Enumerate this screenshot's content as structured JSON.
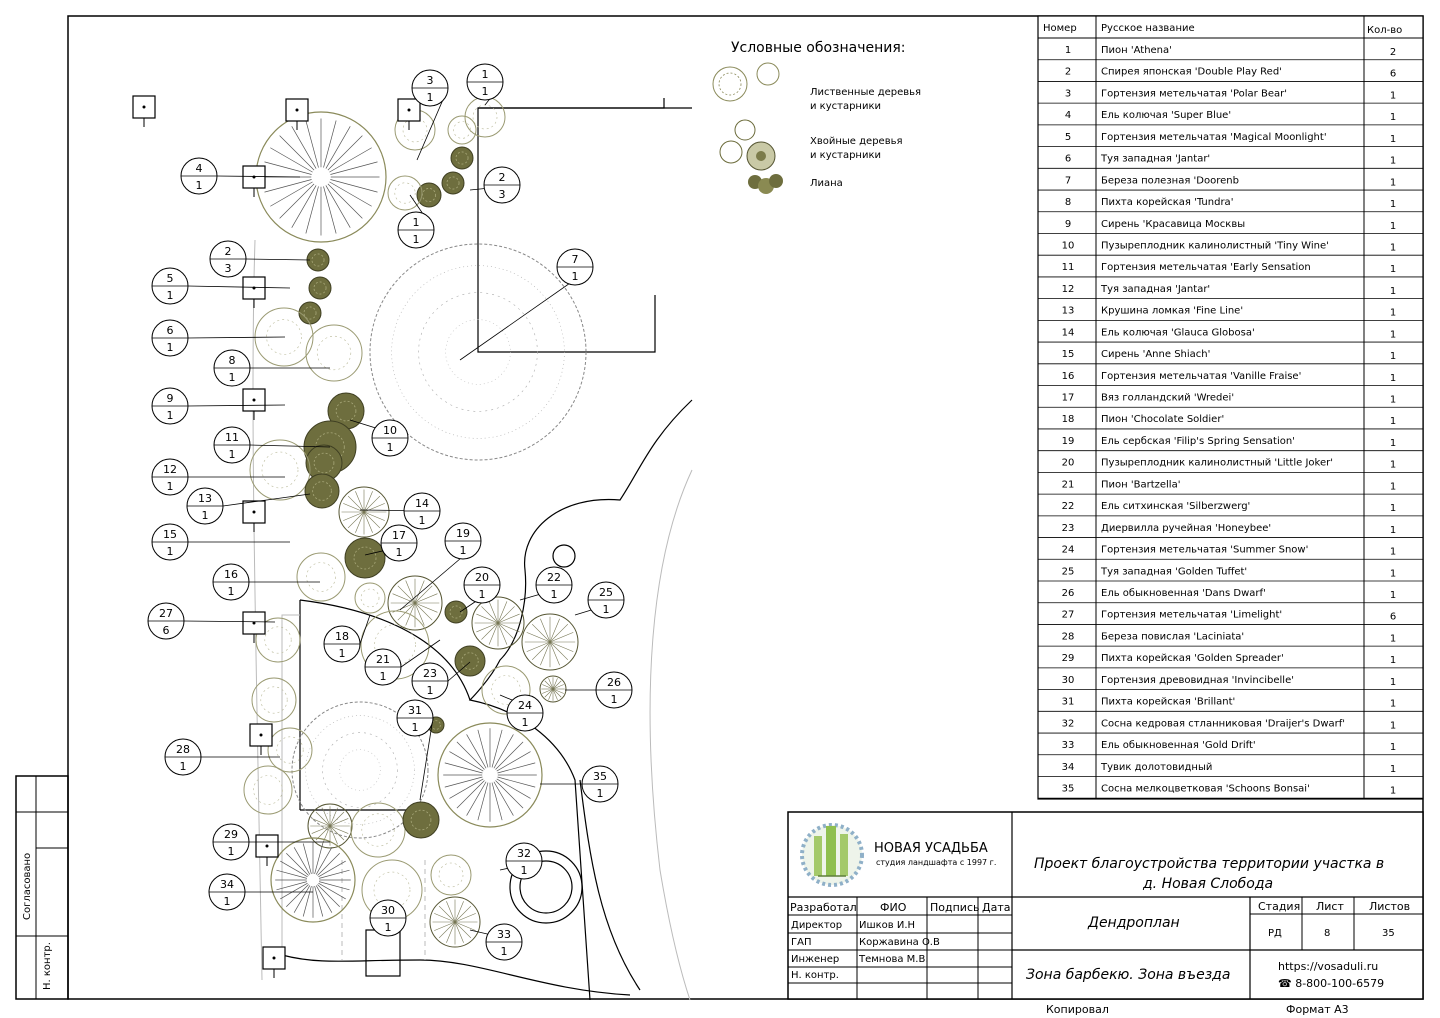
{
  "legend": {
    "title": "Условные обозначения:",
    "items": [
      {
        "label1": "Лиственные деревья",
        "label2": "и кустарники"
      },
      {
        "label1": "Хвойные деревья",
        "label2": "и кустарники"
      },
      {
        "label1": "Лиана",
        "label2": ""
      }
    ]
  },
  "table": {
    "headers": {
      "num": "Номер",
      "name": "Русское название",
      "qty": "Кол-во"
    },
    "rows": [
      {
        "n": "1",
        "name": "Пион 'Athena'",
        "q": "2"
      },
      {
        "n": "2",
        "name": "Спирея японская 'Double Play Red'",
        "q": "6"
      },
      {
        "n": "3",
        "name": "Гортензия метельчатая 'Polar Bear'",
        "q": "1"
      },
      {
        "n": "4",
        "name": "Ель колючая 'Super Blue'",
        "q": "1"
      },
      {
        "n": "5",
        "name": "Гортензия метельчатая 'Magical Moonlight'",
        "q": "1"
      },
      {
        "n": "6",
        "name": "Туя западная 'Jantar'",
        "q": "1"
      },
      {
        "n": "7",
        "name": "Береза полезная 'Doorenb",
        "q": "1"
      },
      {
        "n": "8",
        "name": "Пихта корейская 'Tundra'",
        "q": "1"
      },
      {
        "n": "9",
        "name": "Сирень 'Красавица Москвы",
        "q": "1"
      },
      {
        "n": "10",
        "name": "Пузыреплодник калинолистный 'Tiny Wine'",
        "q": "1"
      },
      {
        "n": "11",
        "name": "Гортензия метельчатая 'Early Sensation",
        "q": "1"
      },
      {
        "n": "12",
        "name": "Туя западная 'Jantar'",
        "q": "1"
      },
      {
        "n": "13",
        "name": "Крушина ломкая 'Fine Line'",
        "q": "1"
      },
      {
        "n": "14",
        "name": "Ель колючая 'Glauca Globosa'",
        "q": "1"
      },
      {
        "n": "15",
        "name": "Сирень 'Anne Shiach'",
        "q": "1"
      },
      {
        "n": "16",
        "name": "Гортензия метельчатая 'Vanille Fraise'",
        "q": "1"
      },
      {
        "n": "17",
        "name": "Вяз голландский 'Wredei'",
        "q": "1"
      },
      {
        "n": "18",
        "name": "Пион 'Chocolate Soldier'",
        "q": "1"
      },
      {
        "n": "19",
        "name": "Ель сербская 'Filip's Spring Sensation'",
        "q": "1"
      },
      {
        "n": "20",
        "name": "Пузыреплодник калинолистный 'Little Joker'",
        "q": "1"
      },
      {
        "n": "21",
        "name": "Пион 'Bartzella'",
        "q": "1"
      },
      {
        "n": "22",
        "name": "Ель ситхинская 'Silberzwerg'",
        "q": "1"
      },
      {
        "n": "23",
        "name": "Диервилла ручейная 'Honeybee'",
        "q": "1"
      },
      {
        "n": "24",
        "name": "Гортензия метельчатая 'Summer Snow'",
        "q": "1"
      },
      {
        "n": "25",
        "name": "Туя западная 'Golden Tuffet'",
        "q": "1"
      },
      {
        "n": "26",
        "name": "Ель обыкновенная 'Dans Dwarf'",
        "q": "1"
      },
      {
        "n": "27",
        "name": "Гортензия метельчатая 'Limelight'",
        "q": "6"
      },
      {
        "n": "28",
        "name": "Береза повислая 'Laciniata'",
        "q": "1"
      },
      {
        "n": "29",
        "name": "Пихта корейская 'Golden Spreader'",
        "q": "1"
      },
      {
        "n": "30",
        "name": "Гортензия древовидная 'Invincibelle'",
        "q": "1"
      },
      {
        "n": "31",
        "name": "Пихта корейская 'Brillant'",
        "q": "1"
      },
      {
        "n": "32",
        "name": "Сосна кедровая стланниковая 'Draijer's Dwarf'",
        "q": "1"
      },
      {
        "n": "33",
        "name": "Ель обыкновенная 'Gold Drift'",
        "q": "1"
      },
      {
        "n": "34",
        "name": "Тувик долотовидный",
        "q": "1"
      },
      {
        "n": "35",
        "name": "Сосна мелкоцветковая 'Schoons Bonsai'",
        "q": "1"
      }
    ]
  },
  "plan_labels": [
    {
      "top": "1",
      "bottom": "1"
    },
    {
      "top": "3",
      "bottom": "1"
    },
    {
      "top": "4",
      "bottom": "1"
    },
    {
      "top": "2",
      "bottom": "3"
    },
    {
      "top": "1",
      "bottom": "1"
    },
    {
      "top": "2",
      "bottom": "3"
    },
    {
      "top": "7",
      "bottom": "1"
    },
    {
      "top": "5",
      "bottom": "1"
    },
    {
      "top": "6",
      "bottom": "1"
    },
    {
      "top": "8",
      "bottom": "1"
    },
    {
      "top": "9",
      "bottom": "1"
    },
    {
      "top": "10",
      "bottom": "1"
    },
    {
      "top": "11",
      "bottom": "1"
    },
    {
      "top": "12",
      "bottom": "1"
    },
    {
      "top": "13",
      "bottom": "1"
    },
    {
      "top": "14",
      "bottom": "1"
    },
    {
      "top": "15",
      "bottom": "1"
    },
    {
      "top": "17",
      "bottom": "1"
    },
    {
      "top": "19",
      "bottom": "1"
    },
    {
      "top": "16",
      "bottom": "1"
    },
    {
      "top": "20",
      "bottom": "1"
    },
    {
      "top": "22",
      "bottom": "1"
    },
    {
      "top": "25",
      "bottom": "1"
    },
    {
      "top": "27",
      "bottom": "6"
    },
    {
      "top": "18",
      "bottom": "1"
    },
    {
      "top": "21",
      "bottom": "1"
    },
    {
      "top": "23",
      "bottom": "1"
    },
    {
      "top": "26",
      "bottom": "1"
    },
    {
      "top": "24",
      "bottom": "1"
    },
    {
      "top": "31",
      "bottom": "1"
    },
    {
      "top": "28",
      "bottom": "1"
    },
    {
      "top": "35",
      "bottom": "1"
    },
    {
      "top": "29",
      "bottom": "1"
    },
    {
      "top": "32",
      "bottom": "1"
    },
    {
      "top": "34",
      "bottom": "1"
    },
    {
      "top": "30",
      "bottom": "1"
    },
    {
      "top": "33",
      "bottom": "1"
    }
  ],
  "title_block": {
    "logo_name": "НОВАЯ УСАДЬБА",
    "logo_sub": "студия ландшафта с 1997 г.",
    "project_line1": "Проект благоустройства территории участка в",
    "project_line2": "д. Новая Слобода",
    "sheet_name": "Дендроплан",
    "zone": "Зона барбекю. Зона въезда",
    "site": "https://vosaduli.ru",
    "phone": "☎ 8-800-100-6579",
    "col_headers": {
      "role": "Разработал",
      "fio": "ФИО",
      "sign": "Подпись",
      "date": "Дата"
    },
    "people": [
      {
        "role": "Директор",
        "fio": "Ишков И.Н"
      },
      {
        "role": "ГАП",
        "fio": "Коржавина О.В"
      },
      {
        "role": "Инженер",
        "fio": "Темнова М.В."
      },
      {
        "role": "Н. контр.",
        "fio": ""
      }
    ],
    "stage_label": "Стадия",
    "sheet_label": "Лист",
    "sheets_label": "Листов",
    "stage": "РД",
    "sheet": "8",
    "sheets": "35",
    "copied": "Копировал",
    "format": "Формат А3"
  },
  "side_stamp": {
    "agreed": "Согласовано",
    "ncontr": "Н. контр."
  }
}
